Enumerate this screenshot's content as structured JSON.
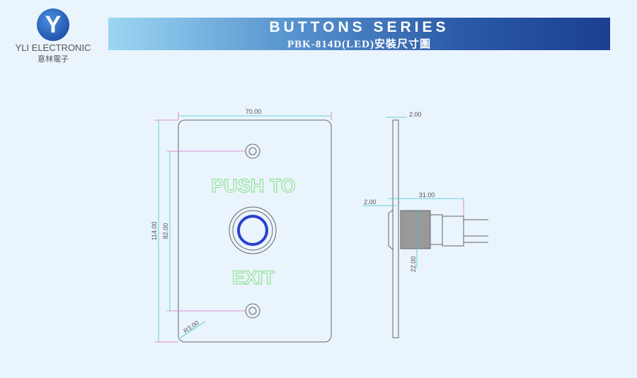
{
  "logo": {
    "mark": "Y",
    "company_en": "YLI ELECTRONIC",
    "company_zh": "意林電子"
  },
  "header": {
    "title": "BUTTONS SERIES",
    "subtitle": "PBK-814D(LED)安裝尺寸圖"
  },
  "front_view": {
    "label_top": "PUSH TO",
    "label_bottom": "EXIT",
    "dim_width": "70.00",
    "dim_height": "114.00",
    "dim_hole_spacing": "82.00",
    "dim_radius": "R3.00"
  },
  "side_view": {
    "dim_plate_thickness": "2.00",
    "dim_bezel": "2.00",
    "dim_depth": "31.00",
    "dim_diameter": "22.00"
  },
  "colors": {
    "ring": "#2a3fd0",
    "label": "#7ee27e",
    "dim_line": "#33cccc",
    "ext_line": "#e070c0"
  }
}
